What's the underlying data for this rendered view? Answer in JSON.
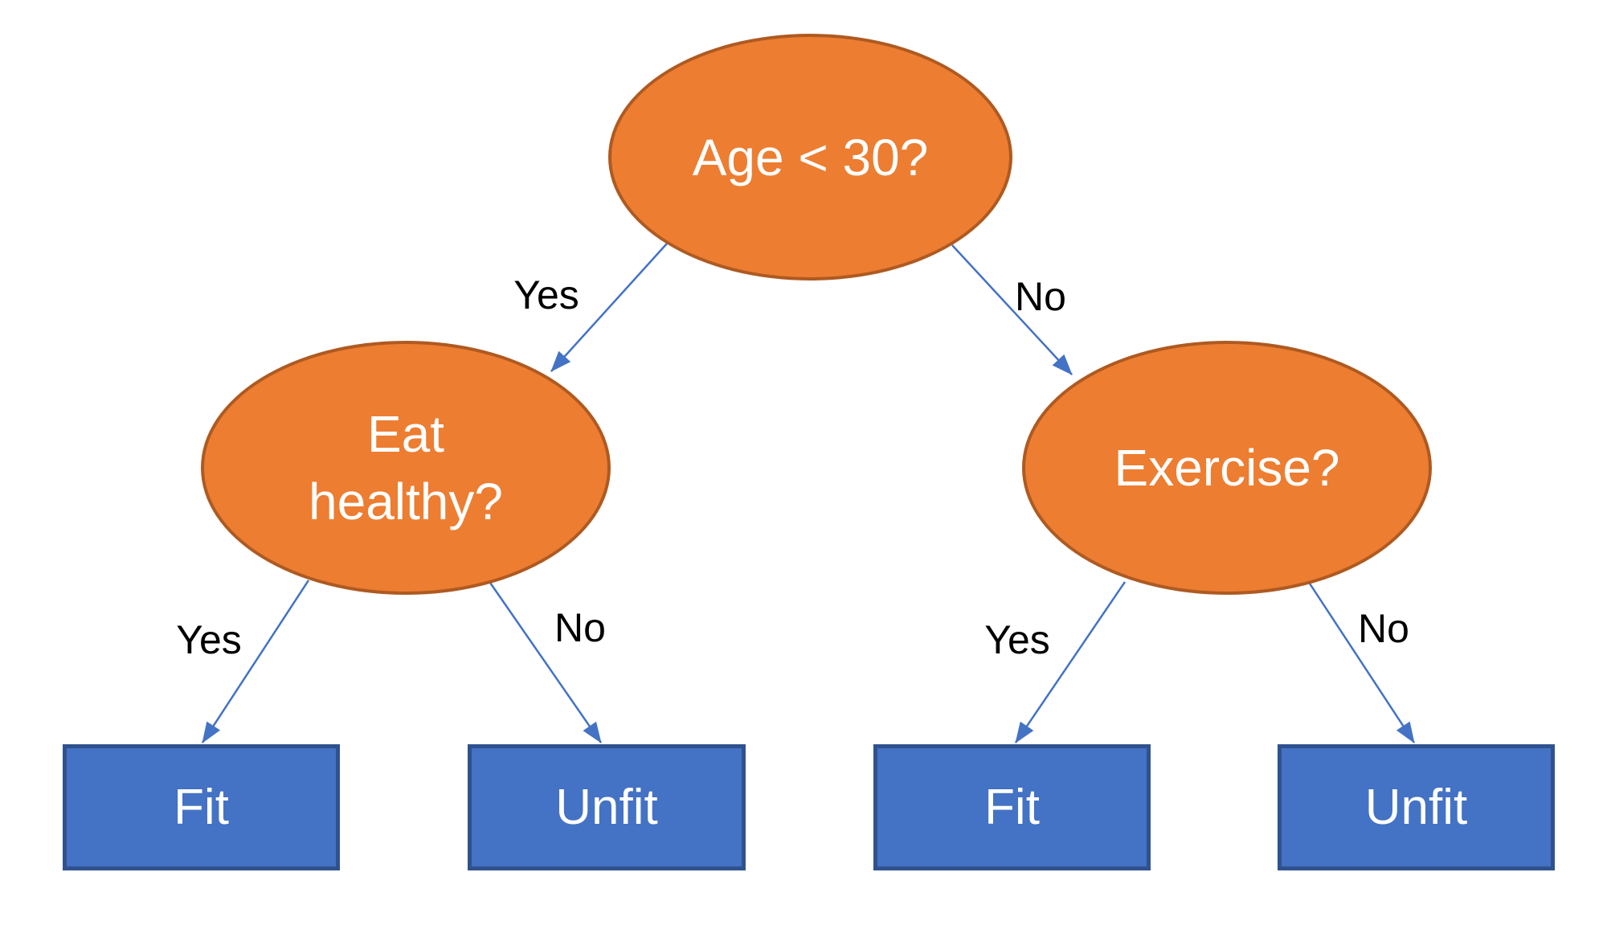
{
  "tree": {
    "root": {
      "label": "Age < 30?"
    },
    "left": {
      "label": "Eat healthy?",
      "lines": [
        "Eat",
        "healthy?"
      ]
    },
    "right": {
      "label": "Exercise?"
    },
    "leaves": [
      {
        "label": "Fit"
      },
      {
        "label": "Unfit"
      },
      {
        "label": "Fit"
      },
      {
        "label": "Unfit"
      }
    ],
    "edges": {
      "root_yes": "Yes",
      "root_no": "No",
      "left_yes": "Yes",
      "left_no": "No",
      "right_yes": "Yes",
      "right_no": "No"
    }
  },
  "colors": {
    "background": "#FFFFFF",
    "decision_fill": "#ED7D31",
    "decision_border": "#AE5A21",
    "leaf_fill": "#4472C4",
    "leaf_border": "#2F528F",
    "arrow": "#4472C4",
    "node_text": "#FFFFFF",
    "edge_label_text": "#000000"
  }
}
